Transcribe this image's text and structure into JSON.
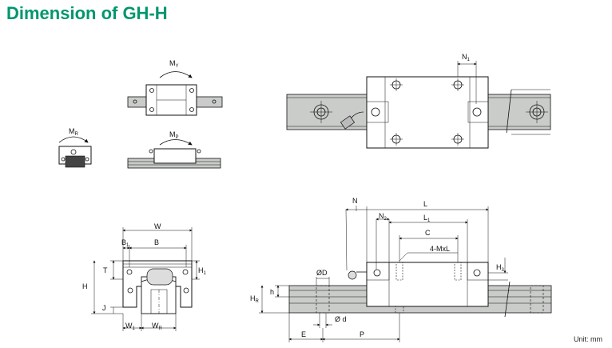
{
  "title": "Dimension of GH-H",
  "unit_label": "Unit: mm",
  "moment_labels": {
    "my_main": "M",
    "my_sub": "Y",
    "mr_main": "M",
    "mr_sub": "R",
    "mp_main": "M",
    "mp_sub": "P"
  },
  "top_view": {
    "n1_main": "N",
    "n1_sub": "1"
  },
  "front_view": {
    "W": "W",
    "B1_main": "B",
    "B1_sub": "1",
    "B": "B",
    "T": "T",
    "H": "H",
    "H1_main": "H",
    "H1_sub": "1",
    "J": "J",
    "W1_main": "W",
    "W1_sub": "1",
    "WR_main": "W",
    "WR_sub": "R"
  },
  "side_view": {
    "N": "N",
    "L": "L",
    "N2_main": "N",
    "N2_sub": "2",
    "L1_main": "L",
    "L1_sub": "1",
    "C": "C",
    "M": "4-MxL",
    "H3_main": "H",
    "H3_sub": "3",
    "D": "ØD",
    "h": "h",
    "HR_main": "H",
    "HR_sub": "R",
    "d": "Ø d",
    "E": "E",
    "P": "P"
  }
}
